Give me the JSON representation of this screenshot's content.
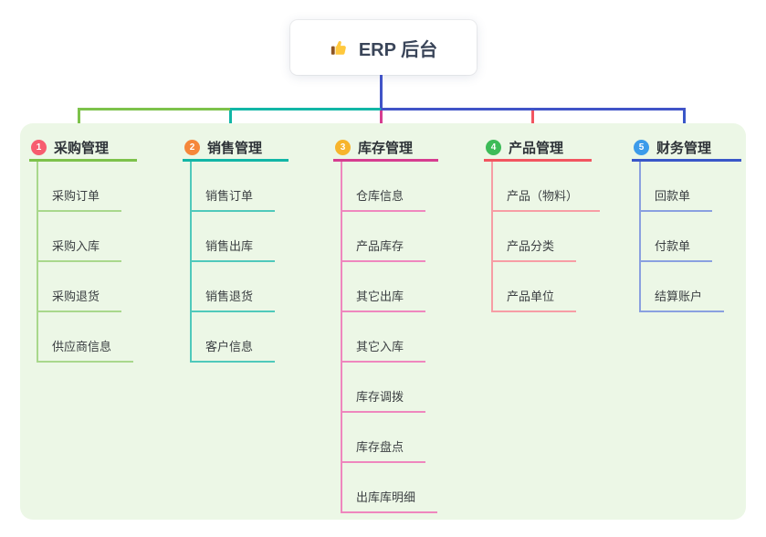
{
  "root": {
    "icon": "thumbs-up-icon",
    "label": "ERP 后台"
  },
  "colors": {
    "root_connector": "#4154c7",
    "panel_background": "#ecf7e6",
    "segment_left": "#7dc24b",
    "segment_middle": "#12b6a6",
    "segment_right": "#4154c7"
  },
  "branches": [
    {
      "number": "1",
      "label": "采购管理",
      "badge_color": "#f75c6f",
      "line_color": "#7dc24b",
      "child_line_color": "#a9d88c",
      "children": [
        "采购订单",
        "采购入库",
        "采购退货",
        "供应商信息"
      ]
    },
    {
      "number": "2",
      "label": "销售管理",
      "badge_color": "#f5873b",
      "line_color": "#12b6a6",
      "child_line_color": "#4fc9bb",
      "children": [
        "销售订单",
        "销售出库",
        "销售退货",
        "客户信息"
      ]
    },
    {
      "number": "3",
      "label": "库存管理",
      "badge_color": "#f7b42c",
      "line_color": "#d63d90",
      "child_line_color": "#ef87be",
      "children": [
        "仓库信息",
        "产品库存",
        "其它出库",
        "其它入库",
        "库存调拨",
        "库存盘点",
        "出库库明细"
      ]
    },
    {
      "number": "4",
      "label": "产品管理",
      "badge_color": "#3dbb58",
      "line_color": "#f25560",
      "child_line_color": "#f79da5",
      "children": [
        "产品（物料）",
        "产品分类",
        "产品单位"
      ]
    },
    {
      "number": "5",
      "label": "财务管理",
      "badge_color": "#3c9bea",
      "line_color": "#3a57c8",
      "child_line_color": "#8aa0e0",
      "children": [
        "回款单",
        "付款单",
        "结算账户"
      ]
    }
  ]
}
